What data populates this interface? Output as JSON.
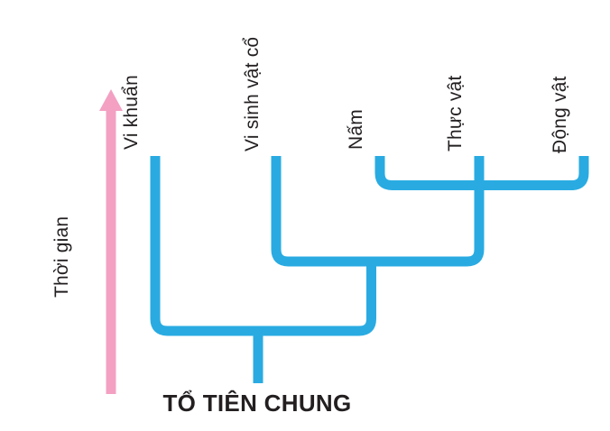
{
  "diagram": {
    "type": "phylogenetic-tree",
    "root_label": "TỔ TIÊN CHUNG",
    "time_axis_label": "Thời gian",
    "taxa": [
      {
        "label": "Vi khuẩn"
      },
      {
        "label": "Vi sinh vật cổ"
      },
      {
        "label": "Nấm"
      },
      {
        "label": "Thực vật"
      },
      {
        "label": "Động vật"
      }
    ],
    "topology": "(Vi khuẩn, (Vi sinh vật cổ, (Nấm, Thực vật, Động vật))) ← TỔ TIÊN CHUNG",
    "colors": {
      "branch_blue": "#29ABE2",
      "arrow_pink": "#F3A0C3",
      "text_dark": "#231F20",
      "background": "#FFFFFF"
    }
  }
}
